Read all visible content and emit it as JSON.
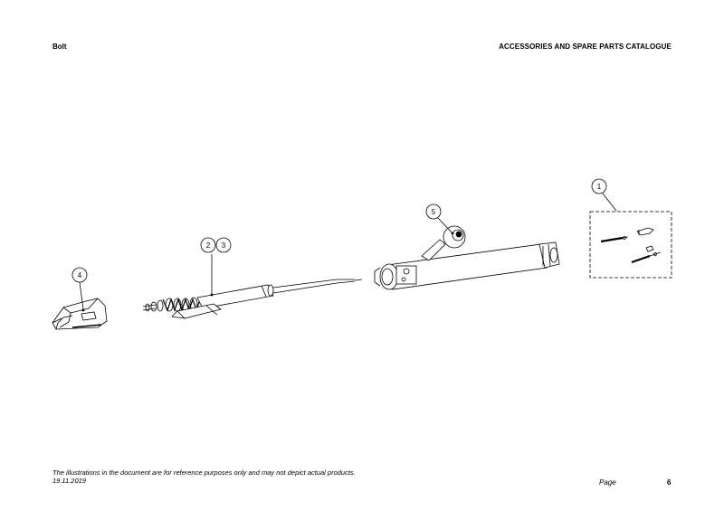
{
  "header": {
    "left_title": "Bolt",
    "right_title": "ACCESSORIES AND SPARE PARTS CATALOGUE"
  },
  "callouts": [
    "1",
    "2",
    "3",
    "4",
    "5"
  ],
  "footer": {
    "disclaimer": "The illustrations in the document are for reference purposes only and may not depict actual products.",
    "date": "19.11.2019",
    "page_label": "Page",
    "page_number": "6"
  }
}
